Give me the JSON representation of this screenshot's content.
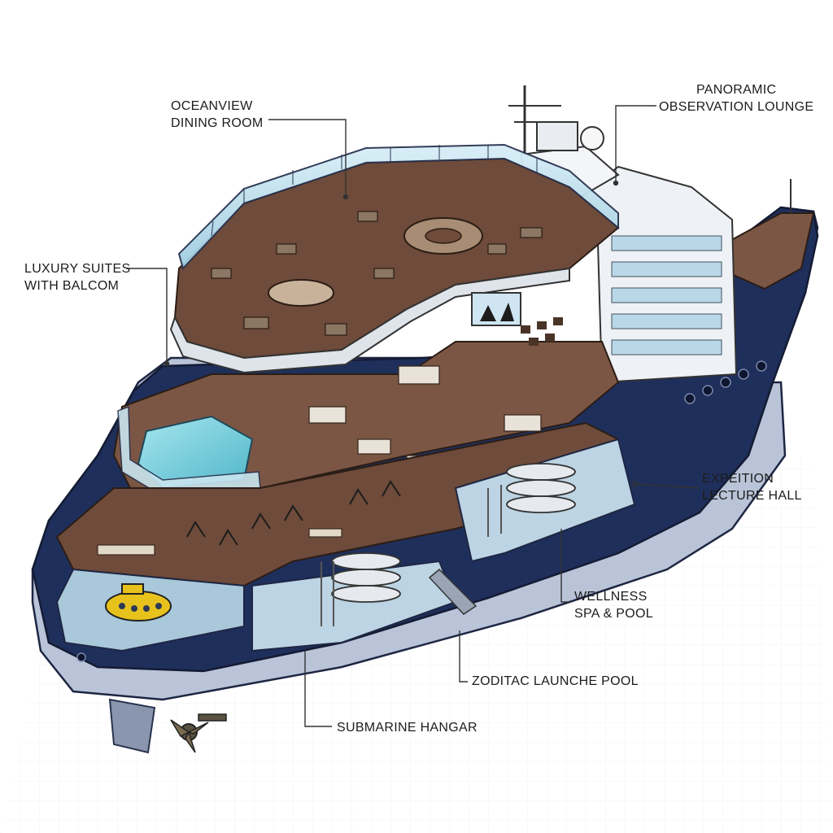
{
  "callouts": {
    "dining": [
      "OCEANVIEW",
      "DINING ROOM"
    ],
    "lounge": [
      "PANORAMIC",
      "OBSERVATION LOUNGE"
    ],
    "suites": [
      "LUXURY SUITES",
      "WITH BALCOM"
    ],
    "lecture": [
      "EXPEITION",
      "LECTURE HALL"
    ],
    "spa": [
      "WELLNESS",
      "SPA & POOL"
    ],
    "zodiac": "ZODITAC LAUNCHE POOL",
    "sub": "SUBMARINE HANGAR"
  },
  "colors": {
    "hull_navy": "#1f2f5c",
    "hull_light": "#b9c4d8",
    "deck_wood": "#6e4b3a",
    "glass": "#bfe0ee",
    "pool": "#7fd3e0",
    "submarine": "#e8c21c",
    "leader_line": "#333333"
  }
}
